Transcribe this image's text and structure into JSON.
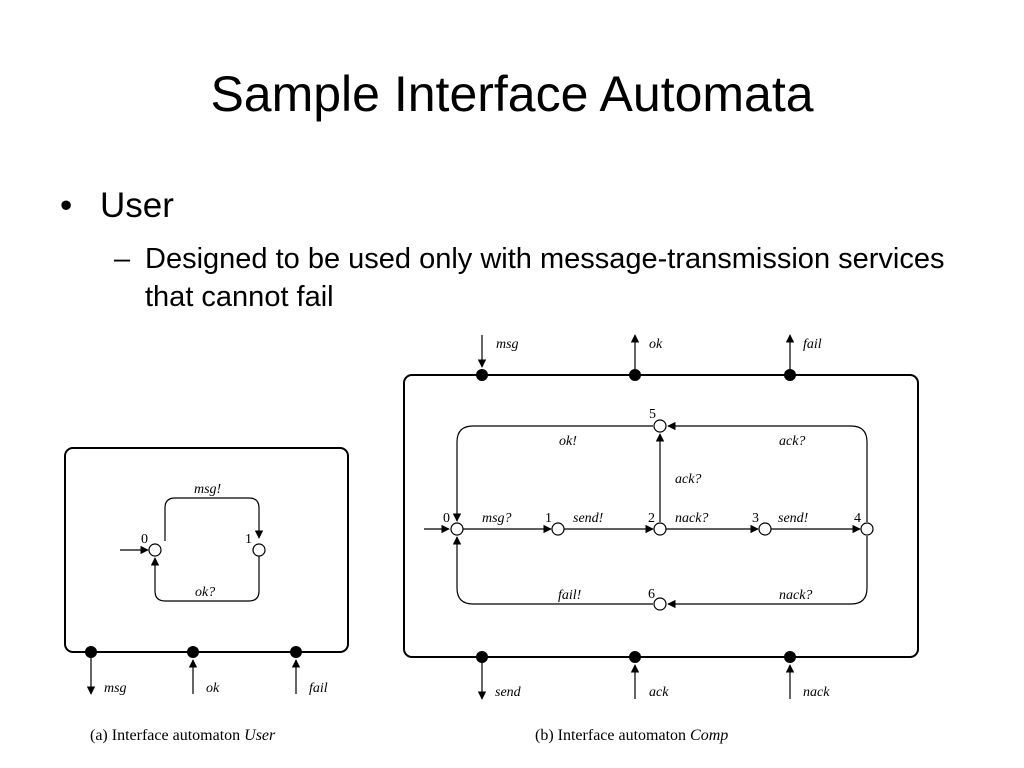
{
  "slide": {
    "title": "Sample Interface Automata",
    "bullet": {
      "symbol": "•",
      "text": "User"
    },
    "sub_bullet": {
      "symbol": "–",
      "text": "Designed to be used only with message-transmission services that cannot fail"
    }
  },
  "diagram_a": {
    "caption_prefix": "(a) Interface automaton ",
    "caption_name": "User",
    "states": [
      "0",
      "1"
    ],
    "transitions": [
      "msg!",
      "ok?"
    ],
    "ports": [
      "msg",
      "ok",
      "fail"
    ]
  },
  "diagram_b": {
    "caption_prefix": "(b) Interface automaton ",
    "caption_name": "Comp",
    "states": [
      "0",
      "1",
      "2",
      "3",
      "4",
      "5",
      "6"
    ],
    "transitions": [
      "msg?",
      "send!",
      "nack?",
      "send!",
      "ok!",
      "ack?",
      "ack?",
      "fail!",
      "nack?"
    ],
    "top_ports": [
      "msg",
      "ok",
      "fail"
    ],
    "bottom_ports": [
      "send",
      "ack",
      "nack"
    ]
  }
}
